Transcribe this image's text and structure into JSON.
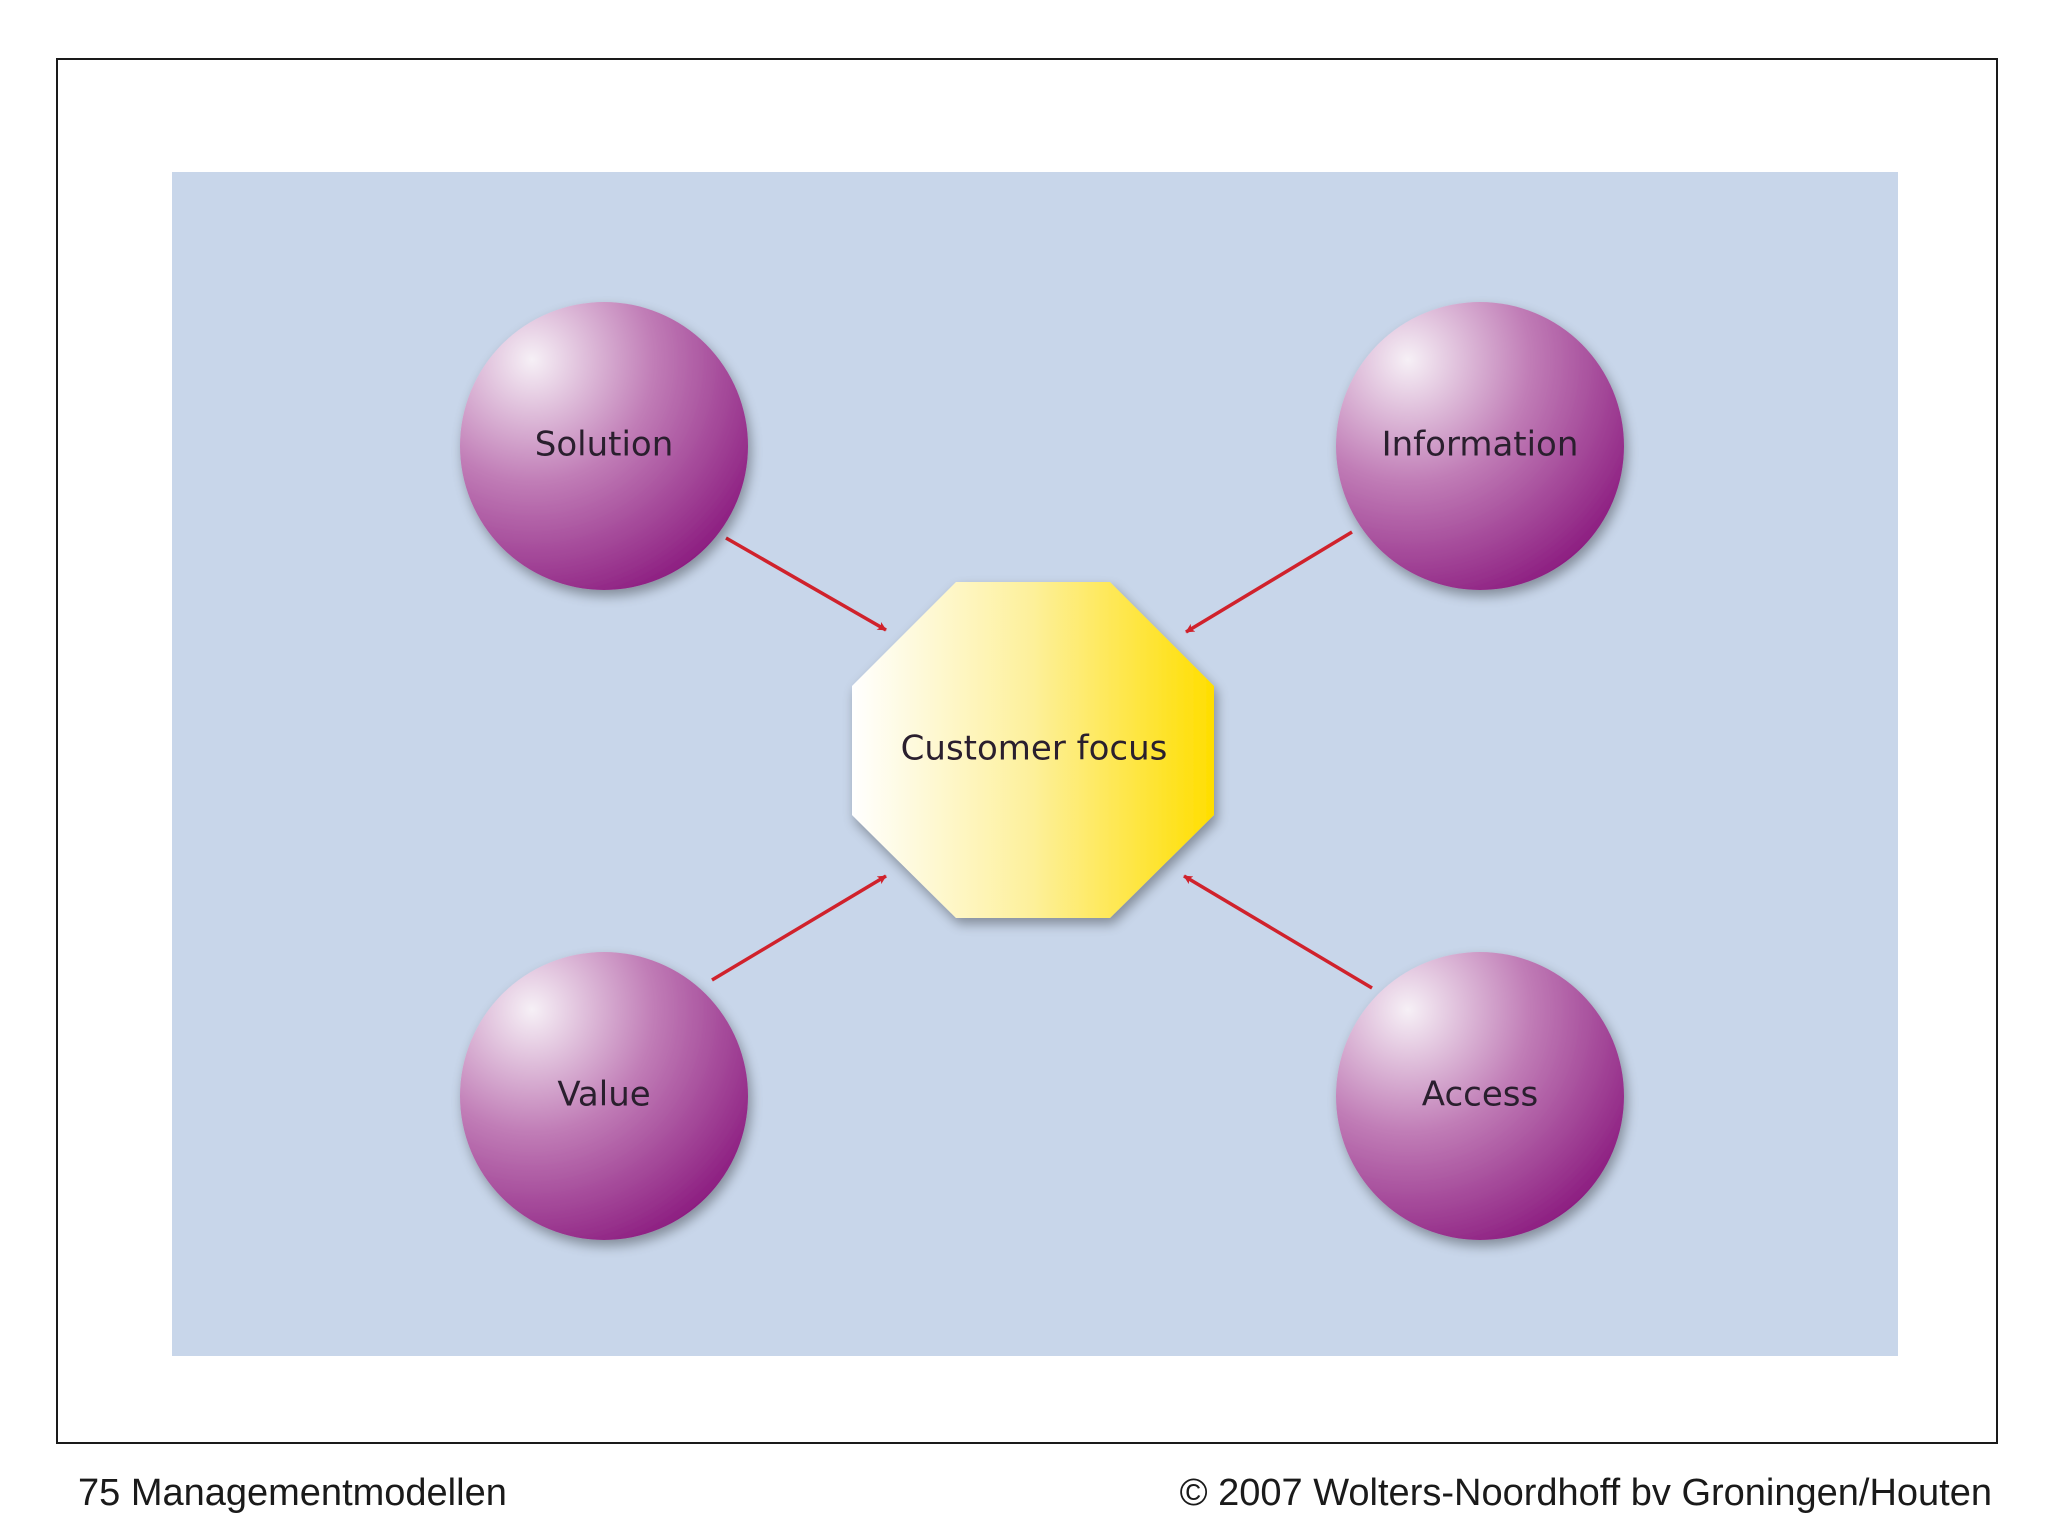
{
  "diagram": {
    "center": {
      "label": "Customer focus"
    },
    "nodes": [
      {
        "id": "solution",
        "label": "Solution"
      },
      {
        "id": "information",
        "label": "Information"
      },
      {
        "id": "value",
        "label": "Value"
      },
      {
        "id": "access",
        "label": "Access"
      }
    ],
    "edges": [
      {
        "from": "solution",
        "to": "center"
      },
      {
        "from": "information",
        "to": "center"
      },
      {
        "from": "value",
        "to": "center"
      },
      {
        "from": "access",
        "to": "center"
      }
    ]
  },
  "footer": {
    "left": "75 Managementmodellen",
    "right": "© 2007 Wolters-Noordhoff bv Groningen/Houten"
  },
  "colors": {
    "panel_background": "#c8d6ea",
    "circle_light": "#f4eef4",
    "circle_dark": "#8c1c7a",
    "octagon_light": "#ffffff",
    "octagon_dark": "#ffdf00",
    "arrow": "#d0222c",
    "frame_border": "#1a1a1a"
  }
}
